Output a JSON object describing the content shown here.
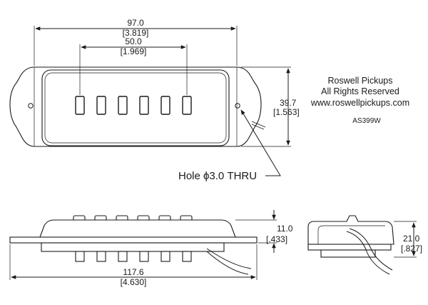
{
  "drawing": {
    "dimensions": {
      "overall_width": {
        "mm": "97.0",
        "in": "[3.819]"
      },
      "pole_spacing": {
        "mm": "50.0",
        "in": "[1.969]"
      },
      "height": {
        "mm": "39.7",
        "in": "[1.563]"
      },
      "total_length": {
        "mm": "117.6",
        "in": "[4.630]"
      },
      "side_thickness": {
        "mm": "11.0",
        "in": "[.433]"
      },
      "end_height": {
        "mm": "21.0",
        "in": "[.827]"
      }
    },
    "hole_callout": "Hole ϕ3.0 THRU",
    "pole_count": 6
  },
  "company": {
    "name": "Roswell Pickups",
    "rights": "All Rights Reserved",
    "website": "www.roswellpickups.com",
    "part_number": "AS399W"
  }
}
